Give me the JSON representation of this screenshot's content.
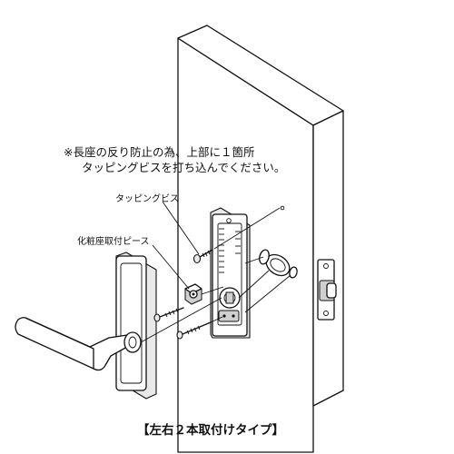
{
  "note": {
    "line1": "※長座の反り防止の為、上部に１箇所",
    "line2": "タッピングビスを打ち込んでください。"
  },
  "labels": {
    "tapping_screw": "タッピングビス",
    "trim_piece": "化粧座取付ピース"
  },
  "caption": "【左右２本取付けタイプ】"
}
